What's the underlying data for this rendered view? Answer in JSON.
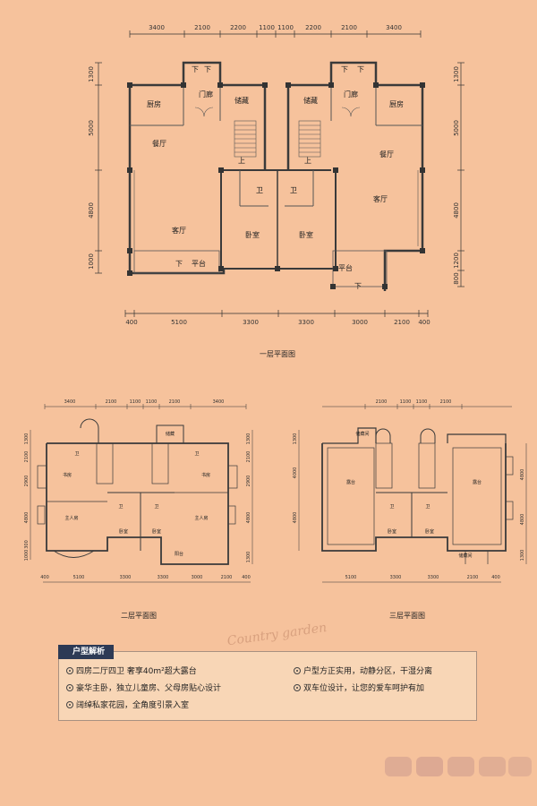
{
  "floor1": {
    "caption": "一层平面图",
    "top_dims": [
      "3400",
      "2100",
      "2200",
      "1100",
      "1100",
      "2200",
      "2100",
      "3400"
    ],
    "bottom_dims": [
      "400",
      "5100",
      "3300",
      "3300",
      "3000",
      "2100",
      "400"
    ],
    "left_dims": [
      "1300",
      "5000",
      "4800",
      "1000"
    ],
    "right_dims": [
      "1300",
      "5000",
      "4800",
      "1200",
      "800"
    ],
    "rooms": {
      "kitchen": "厨房",
      "foyer": "门廊",
      "storage": "储藏",
      "dining": "餐厅",
      "living": "客厅",
      "bath": "卫",
      "bedroom": "卧室",
      "terrace": "平台",
      "down": "下",
      "up": "上"
    }
  },
  "floor2": {
    "caption": "二层平面图",
    "top_dims": [
      "3400",
      "2100",
      "1100",
      "1100",
      "2100",
      "3400"
    ],
    "bottom_dims": [
      "400",
      "5100",
      "3300",
      "3300",
      "3000",
      "2100",
      "400"
    ],
    "left_dims": [
      "1300",
      "2100",
      "2900",
      "4800",
      "300",
      "1000"
    ],
    "right_dims": [
      "1300",
      "2100",
      "2900",
      "4800",
      "1300"
    ],
    "rooms": {
      "bath": "卫",
      "study": "书房",
      "master": "主人房",
      "bedroom": "卧室",
      "balcony": "阳台",
      "terrace_small": "储藏"
    }
  },
  "floor3": {
    "caption": "三层平面图",
    "top_dims": [
      "2100",
      "1100",
      "1100",
      "2100"
    ],
    "bottom_dims": [
      "5100",
      "3300",
      "3300",
      "2100",
      "400"
    ],
    "left_dims": [
      "1300",
      "4000",
      "4800"
    ],
    "right_dims": [
      "4800",
      "4800",
      "1300"
    ],
    "rooms": {
      "terrace_big": "露台",
      "bath": "卫",
      "bedroom": "卧室",
      "store": "储藏间"
    }
  },
  "watermark": "Country garden",
  "features": {
    "title": "户型解析",
    "items": [
      "四房二厅四卫 奢享40m²超大露台",
      "户型方正实用，动静分区，干湿分离",
      "豪华主卧，独立儿童房、父母房贴心设计",
      "双车位设计，让您的爱车呵护有加",
      "阔绰私家花园，全角度引景入室"
    ]
  }
}
